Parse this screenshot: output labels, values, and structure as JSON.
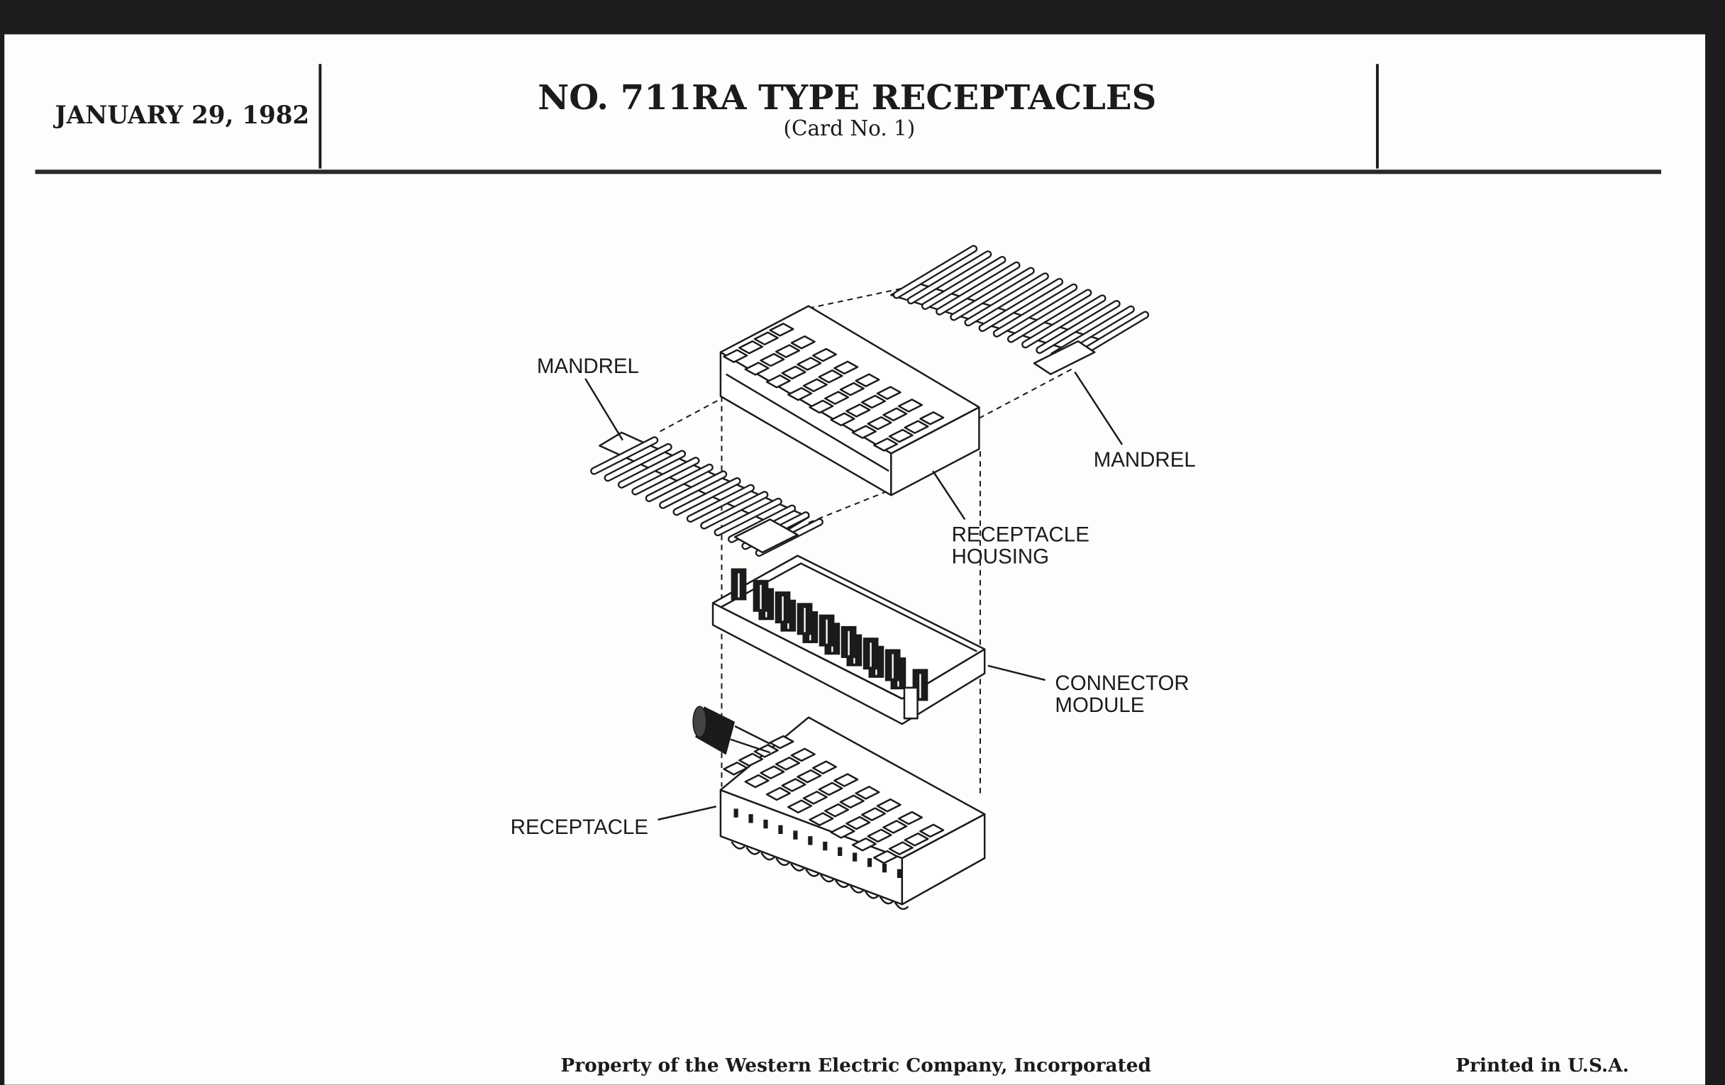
{
  "header": {
    "date": "JANUARY 29, 1982",
    "title": "NO. 711RA TYPE RECEPTACLES",
    "subtitle": "(Card No. 1)"
  },
  "figure": {
    "labels": {
      "mandrel_left": "MANDREL",
      "mandrel_right": "MANDREL",
      "receptacle_housing_line1": "RECEPTACLE",
      "receptacle_housing_line2": "HOUSING",
      "connector_module_line1": "CONNECTOR",
      "connector_module_line2": "MODULE",
      "receptacle": "RECEPTACLE"
    }
  },
  "footer": {
    "property": "Property of the Western Electric Company, Incorporated",
    "printed": "Printed in U.S.A."
  }
}
